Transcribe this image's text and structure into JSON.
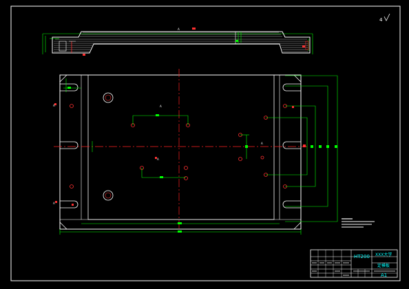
{
  "colors": {
    "background": "#000000",
    "frame": "#ffffff",
    "outline": "#ffffff",
    "centerline": "#ff2020",
    "dimension": "#00ff00",
    "hole": "#ff3030",
    "annotation": "#ffffff",
    "title_text": "#00ffff"
  },
  "drawing": {
    "corner_mark": "4",
    "section_marks": [
      "A",
      "A",
      "A",
      "A",
      "A",
      "A",
      "A"
    ]
  },
  "title_block": {
    "material": "HT200",
    "school": "XXX大学",
    "part_name": "定模板",
    "sheet_size": "A1"
  }
}
